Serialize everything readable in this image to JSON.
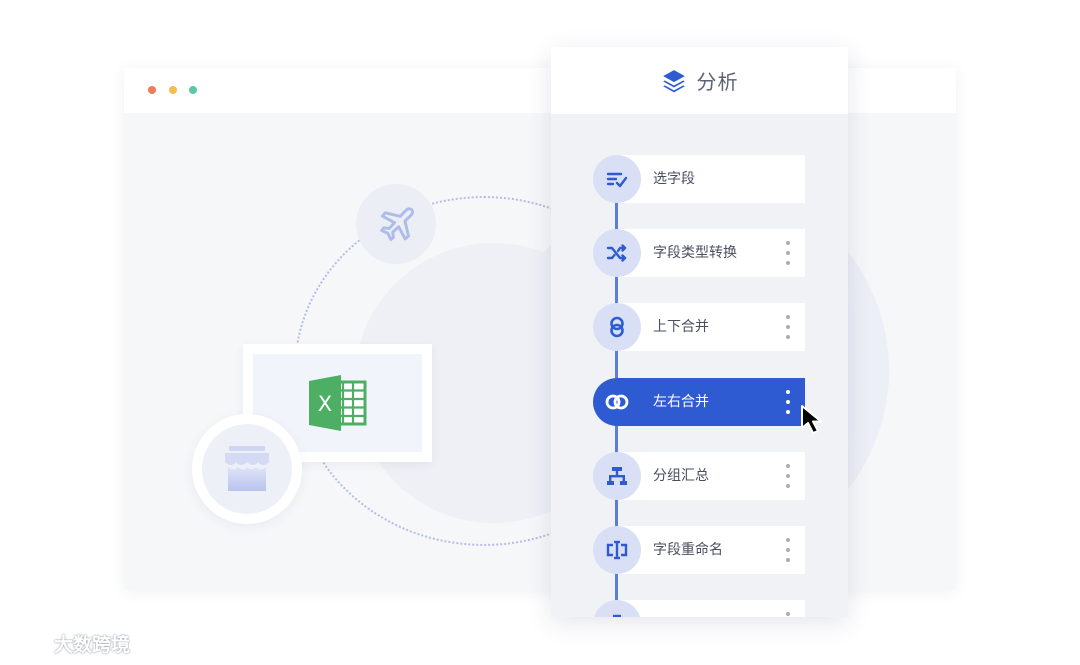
{
  "window": {
    "traffic_lights": [
      {
        "name": "close",
        "color": "#f07a5c"
      },
      {
        "name": "minimize",
        "color": "#f5bd4f"
      },
      {
        "name": "maximize",
        "color": "#5cc7a6"
      }
    ]
  },
  "illustration": {
    "icons": [
      "plane-icon",
      "excel-icon",
      "shop-icon"
    ],
    "colors": {
      "excel_green": "#4caf63",
      "plane_blue": "#aebcea",
      "shop_blue": "#c5cdf0",
      "dotted_ring": "#b4bde6"
    }
  },
  "panel": {
    "title": "分析",
    "title_icon": "layers-icon",
    "accent_color": "#2f5bd2",
    "steps": [
      {
        "label": "选字段",
        "icon": "select-fields-icon",
        "has_menu": false,
        "active": false
      },
      {
        "label": "字段类型转换",
        "icon": "shuffle-icon",
        "has_menu": true,
        "active": false
      },
      {
        "label": "上下合并",
        "icon": "vertical-merge-icon",
        "has_menu": true,
        "active": false
      },
      {
        "label": "左右合并",
        "icon": "horizontal-merge-icon",
        "has_menu": true,
        "active": true
      },
      {
        "label": "分组汇总",
        "icon": "group-summary-icon",
        "has_menu": true,
        "active": false
      },
      {
        "label": "字段重命名",
        "icon": "rename-icon",
        "has_menu": true,
        "active": false
      },
      {
        "label": "",
        "icon": "partial-icon",
        "has_menu": true,
        "active": false
      }
    ]
  },
  "watermark": {
    "text": "大数跨境"
  }
}
